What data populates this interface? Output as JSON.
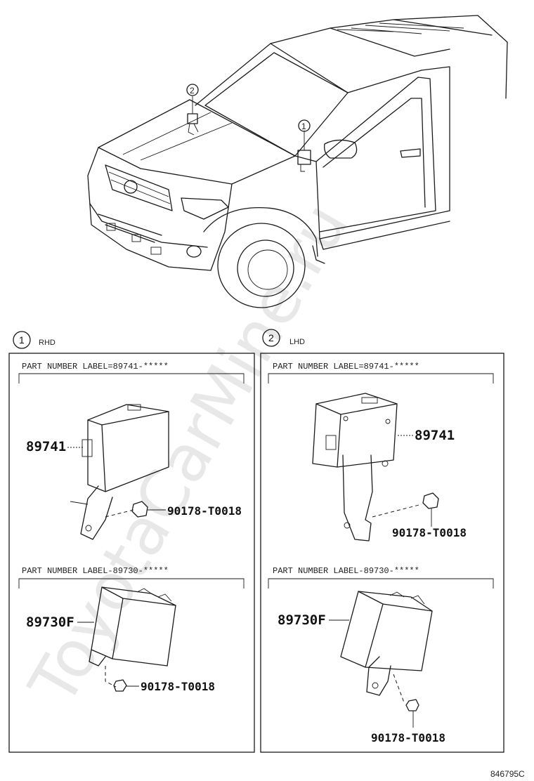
{
  "watermark": "ToyotaCarMine.ru",
  "callouts": {
    "one": "1",
    "two": "2"
  },
  "panels": {
    "left": {
      "number": "1",
      "variant": "RHD",
      "label_top": "PART NUMBER LABEL=89741-*****",
      "label_bottom": "PART NUMBER LABEL-89730-*****",
      "part_top": "89741",
      "fastener_top": "90178-T0018",
      "part_bottom": "89730F",
      "fastener_bottom": "90178-T0018"
    },
    "right": {
      "number": "2",
      "variant": "LHD",
      "label_top": "PART NUMBER LABEL=89741-*****",
      "label_bottom": "PART NUMBER LABEL-89730-*****",
      "part_top": "89741",
      "fastener_top": "90178-T0018",
      "part_bottom": "89730F",
      "fastener_bottom": "90178-T0018"
    }
  },
  "diagram_id": "846795C"
}
